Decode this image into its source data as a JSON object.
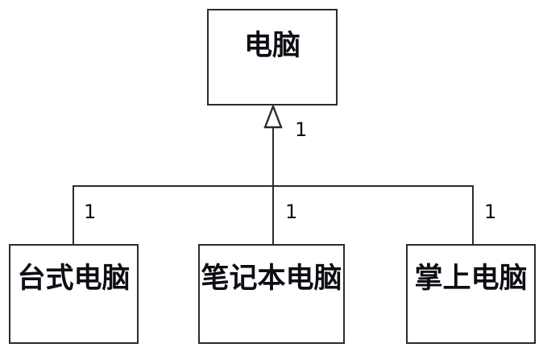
{
  "diagram": {
    "type": "uml-class-generalization",
    "background_color": "#ffffff",
    "line_color": "#2b2b2b",
    "text_color": "#0d0d14",
    "superclass": {
      "label": "电脑",
      "multiplicity": "1"
    },
    "subclasses": [
      {
        "label": "台式电脑",
        "multiplicity": "1"
      },
      {
        "label": "笔记本电脑",
        "multiplicity": "1"
      },
      {
        "label": "掌上电脑",
        "multiplicity": "1"
      }
    ],
    "relationship": {
      "kind": "generalization",
      "arrow": "hollow-triangle"
    }
  }
}
